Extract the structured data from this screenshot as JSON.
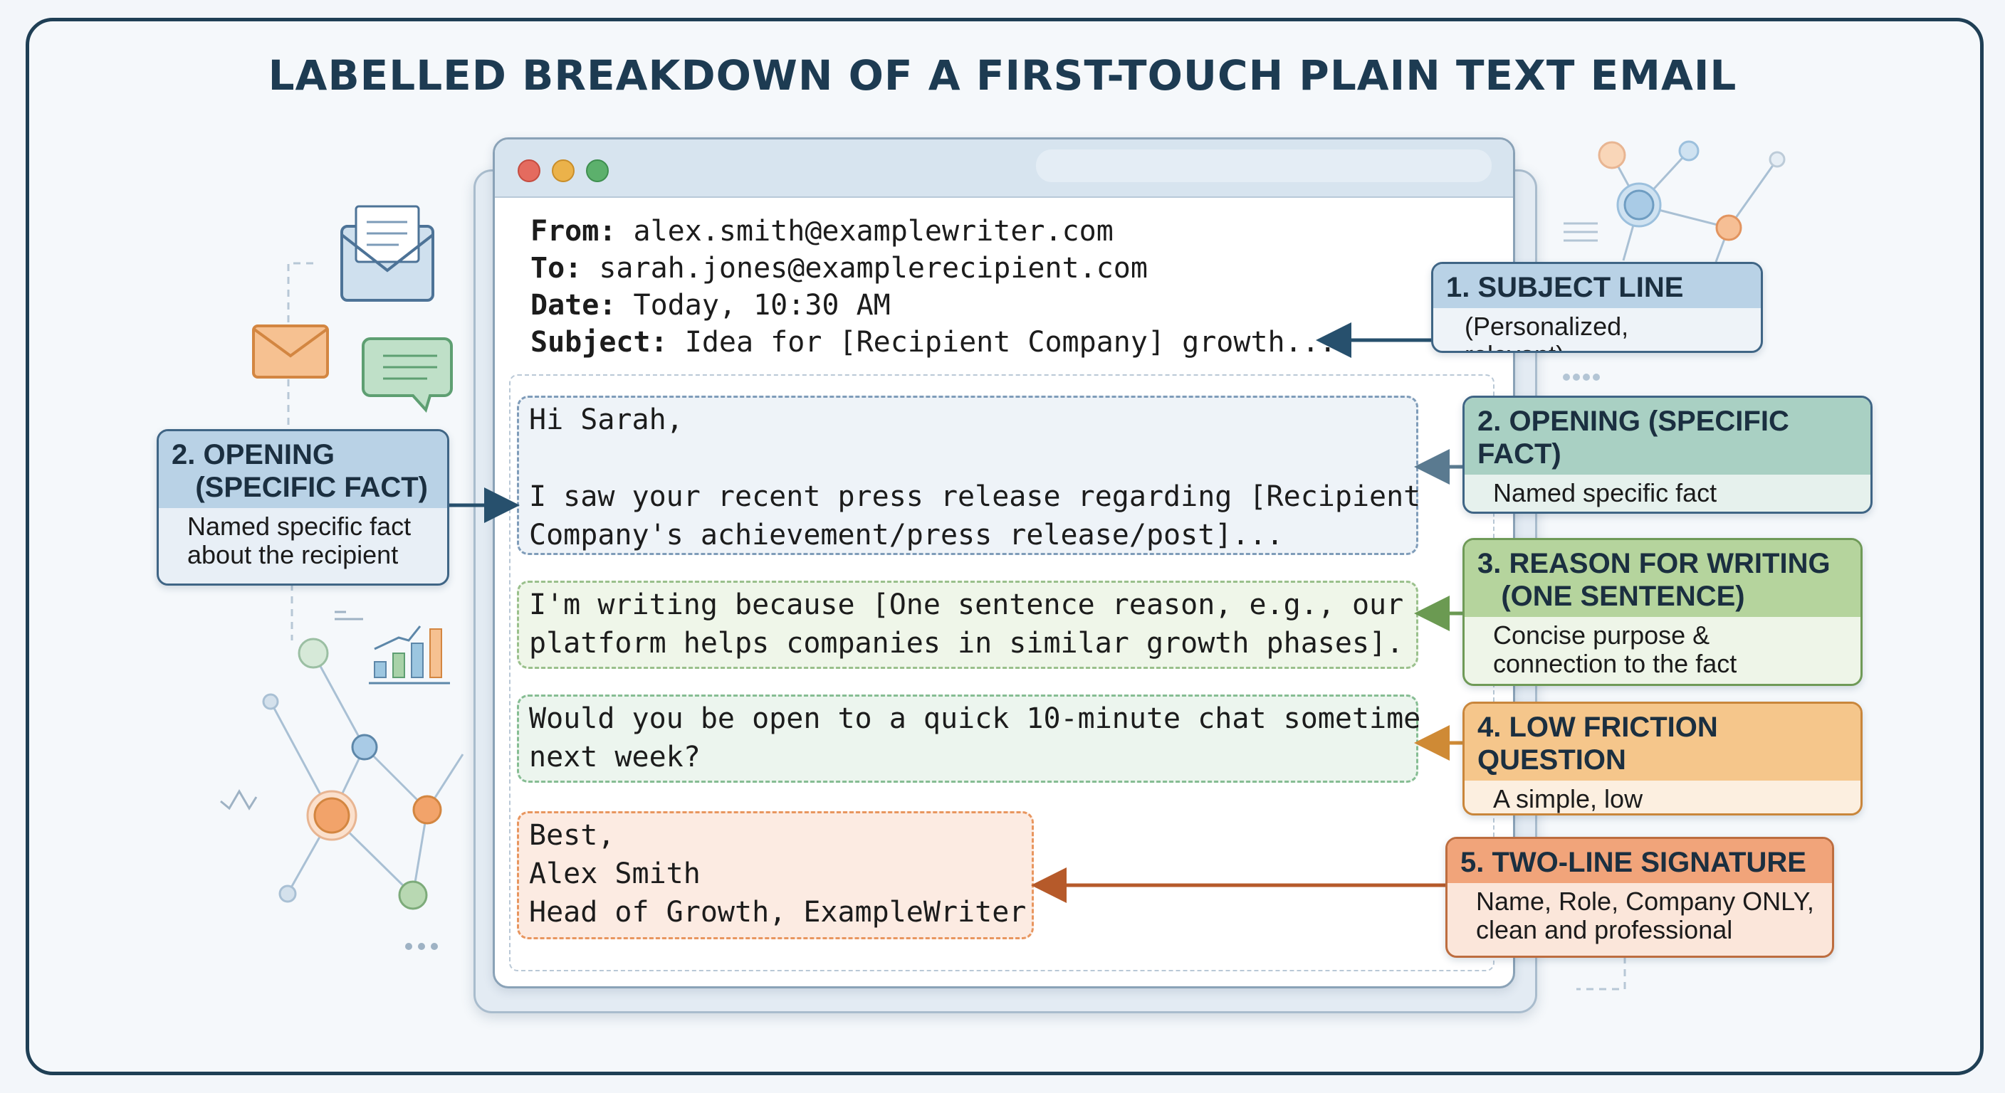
{
  "title": "LABELLED BREAKDOWN OF A FIRST-TOUCH PLAIN TEXT EMAIL",
  "email": {
    "from_label": "From:",
    "from_value": "alex.smith@examplewriter.com",
    "to_label": "To:",
    "to_value": "sarah.jones@examplerecipient.com",
    "date_label": "Date:",
    "date_value": "Today, 10:30 AM",
    "subject_label": "Subject:",
    "subject_value": "Idea for [Recipient Company] growth...",
    "opening": "Hi Sarah,\n\nI saw your recent press release regarding [Recipient\nCompany's achievement/press release/post]...",
    "reason": "I'm writing because [One sentence reason, e.g., our\nplatform helps companies in similar growth phases].",
    "question": "Would you be open to a quick 10-minute chat sometime\nnext week?",
    "signature": "Best,\nAlex Smith\nHead of Growth, ExampleWriter"
  },
  "labels": {
    "left_opening": {
      "title": "2. OPENING\n   (SPECIFIC FACT)",
      "desc": "Named specific fact\nabout the recipient"
    },
    "subject": {
      "title": "1. SUBJECT LINE",
      "desc": "(Personalized, relevant)"
    },
    "opening": {
      "title": "2. OPENING (SPECIFIC FACT)",
      "desc": "Named specific fact\nabout the recipient"
    },
    "reason": {
      "title": "3. REASON FOR WRITING\n   (ONE SENTENCE)",
      "desc": "Concise purpose &\nconnection to the fact"
    },
    "question": {
      "title": "4. LOW FRICTION QUESTION",
      "desc": "A simple, low\ncommitment request"
    },
    "signature": {
      "title": "5. TWO-LINE SIGNATURE",
      "desc": "Name, Role, Company ONLY,\nclean and professional"
    }
  },
  "colors": {
    "navy": "#1d3b52",
    "blue_label": "#b9d2e6",
    "teal_label": "#a9d0c3",
    "green_label": "#b5d49d",
    "orange_label": "#f5c68b",
    "salmon_label": "#f1a47a",
    "mac_red": "#e46b5f",
    "mac_yellow": "#ebb24a",
    "mac_green": "#5cb06c"
  }
}
